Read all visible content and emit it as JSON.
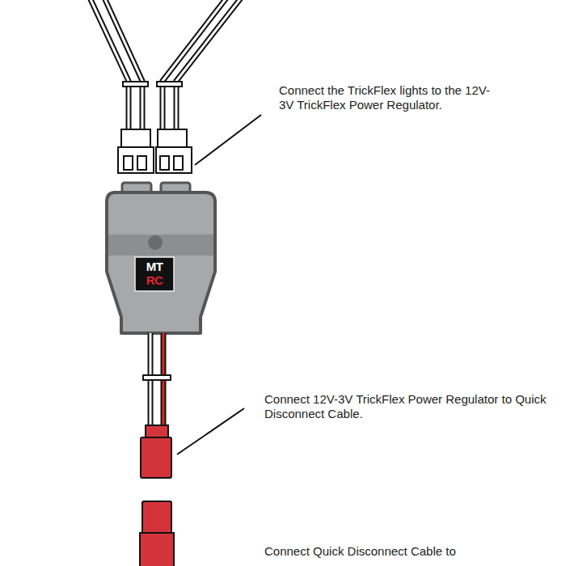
{
  "diagram": {
    "labels": [
      "Connect the TrickFlex lights to the 12V-3V TrickFlex Power Regulator.",
      "MT",
      "RC",
      "Connect 12V-3V TrickFlex Power Regulator to Quick Disconnect Cable.",
      "Connect Quick Disconnect Cable to"
    ]
  }
}
